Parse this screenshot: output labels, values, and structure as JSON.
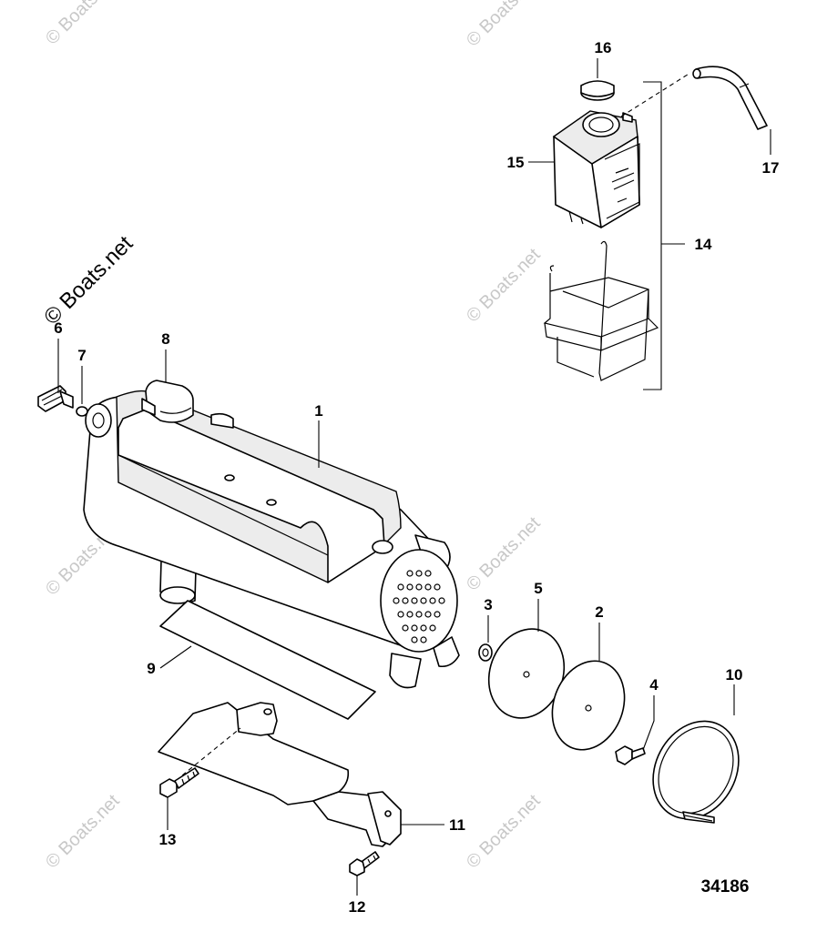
{
  "diagram": {
    "reference_number": "34186",
    "watermark_text": "© Boats.net",
    "callouts": [
      {
        "id": "1",
        "label": "1"
      },
      {
        "id": "2",
        "label": "2"
      },
      {
        "id": "3",
        "label": "3"
      },
      {
        "id": "4",
        "label": "4"
      },
      {
        "id": "5",
        "label": "5"
      },
      {
        "id": "6",
        "label": "6"
      },
      {
        "id": "7",
        "label": "7"
      },
      {
        "id": "8",
        "label": "8"
      },
      {
        "id": "9",
        "label": "9"
      },
      {
        "id": "10",
        "label": "10"
      },
      {
        "id": "11",
        "label": "11"
      },
      {
        "id": "12",
        "label": "12"
      },
      {
        "id": "13",
        "label": "13"
      },
      {
        "id": "14",
        "label": "14"
      },
      {
        "id": "15",
        "label": "15"
      },
      {
        "id": "16",
        "label": "16"
      },
      {
        "id": "17",
        "label": "17"
      }
    ]
  }
}
